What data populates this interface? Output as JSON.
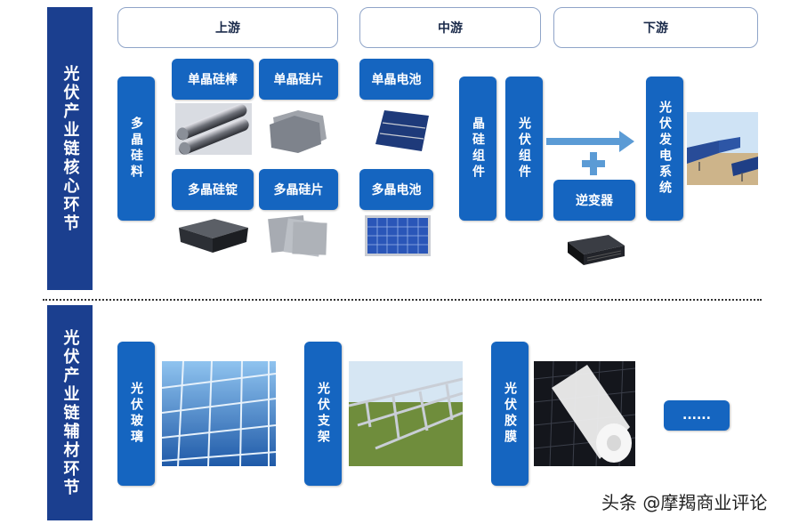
{
  "sidebar": {
    "core_label": "光伏产业链核心环节",
    "aux_label": "光伏产业链辅材环节"
  },
  "stages": {
    "upstream": "上游",
    "midstream": "中游",
    "downstream": "下游"
  },
  "core": {
    "polysilicon": "多晶硅料",
    "mono_rod": "单晶硅棒",
    "mono_wafer": "单晶硅片",
    "multi_ingot": "多晶硅锭",
    "multi_wafer": "多晶硅片",
    "mono_cell": "单晶电池",
    "multi_cell": "多晶电池",
    "si_module": "晶硅组件",
    "pv_module": "光伏组件",
    "inverter": "逆变器",
    "pv_system": "光伏发电系统"
  },
  "aux": {
    "glass": "光伏玻璃",
    "bracket": "光伏支架",
    "film": "光伏胶膜",
    "more": "......"
  },
  "watermark": "头条 @摩羯商业评论",
  "colors": {
    "sidebar": "#1b3f8f",
    "box": "#1565c0",
    "stage_border": "#8fa4c8",
    "arrow": "#5b9bd5"
  }
}
